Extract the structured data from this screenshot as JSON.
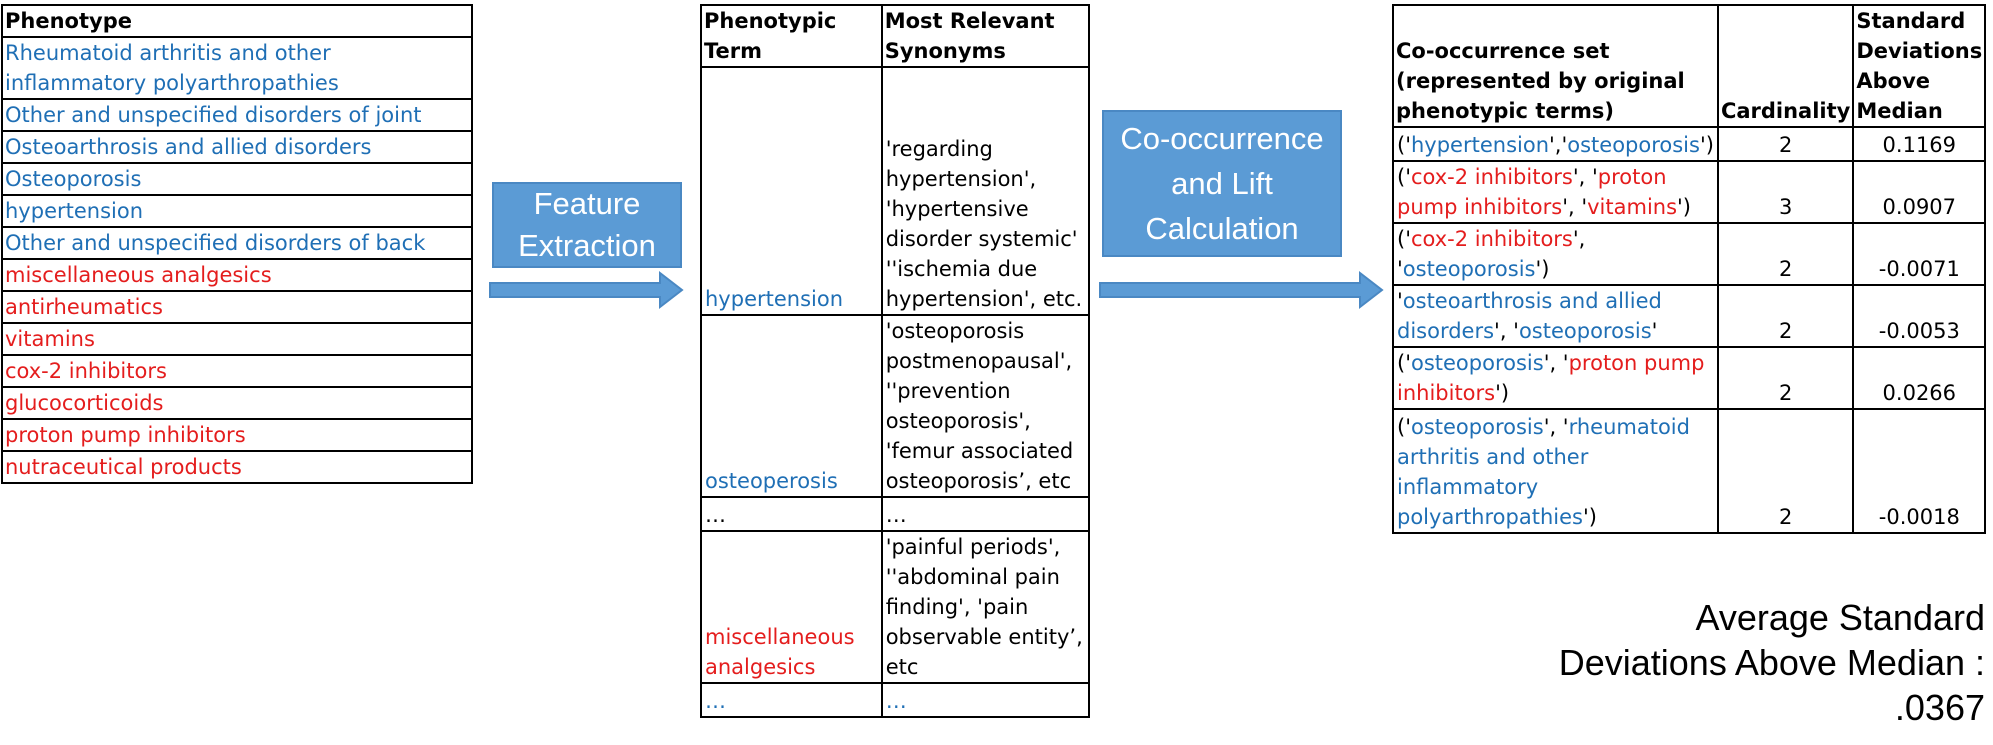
{
  "phenotype_table": {
    "header": "Phenotype",
    "rows": [
      {
        "text": "Rheumatoid arthritis and other inflammatory polyarthropathies",
        "color": "#1f6fb5"
      },
      {
        "text": "Other and unspecified disorders of joint",
        "color": "#1f6fb5"
      },
      {
        "text": "Osteoarthrosis and allied disorders",
        "color": "#1f6fb5"
      },
      {
        "text": "Osteoporosis",
        "color": "#1f6fb5"
      },
      {
        "text": "hypertension",
        "color": "#1f6fb5"
      },
      {
        "text": "Other and unspecified disorders of back",
        "color": "#1f6fb5"
      },
      {
        "text": "miscellaneous analgesics",
        "color": "#e41d1d"
      },
      {
        "text": "antirheumatics",
        "color": "#e41d1d"
      },
      {
        "text": "vitamins",
        "color": "#e41d1d"
      },
      {
        "text": "cox-2 inhibitors",
        "color": "#e41d1d"
      },
      {
        "text": "glucocorticoids",
        "color": "#e41d1d"
      },
      {
        "text": "proton pump inhibitors",
        "color": "#e41d1d"
      },
      {
        "text": "nutraceutical products",
        "color": "#e41d1d"
      }
    ]
  },
  "step1": {
    "label_line1": "Feature",
    "label_line2": "Extraction"
  },
  "synonym_table": {
    "header_term": "Phenotypic Term",
    "header_syn_line1": "Most Relevant",
    "header_syn_line2": "Synonyms",
    "rows": [
      {
        "term": "hypertension",
        "term_color": "#1f6fb5",
        "synonyms": "'regarding hypertension', 'hypertensive disorder systemic' ''ischemia due hypertension', etc."
      },
      {
        "term": "osteoperosis",
        "term_color": "#1f6fb5",
        "synonyms": "'osteoporosis postmenopausal', ''prevention osteoporosis', 'femur associated osteoporosis’, etc"
      },
      {
        "term": "…",
        "term_color": "#000000",
        "synonyms": "…",
        "syn_color": "#000000"
      },
      {
        "term": "miscellaneous analgesics",
        "term_color": "#e41d1d",
        "synonyms": "'painful periods', ''abdominal pain finding', 'pain observable entity’, etc"
      },
      {
        "term": "…",
        "term_color": "#1f6fb5",
        "synonyms": "…",
        "syn_color": "#1f6fb5"
      }
    ]
  },
  "step2": {
    "label_line1": "Co-occurrence",
    "label_line2": "and Lift",
    "label_line3": "Calculation"
  },
  "cooccurrence_table": {
    "header_set": "Co-occurrence set (represented by original phenotypic terms)",
    "header_card": "Cardinality",
    "header_sd": "Standard Deviations Above Median",
    "rows": [
      {
        "cardinality": "2",
        "sd": "0.1169",
        "segments": [
          [
            "(",
            "k"
          ],
          [
            "'",
            "k"
          ],
          [
            "hypertension",
            "b"
          ],
          [
            "','",
            "k"
          ],
          [
            "osteoporosis",
            "b"
          ],
          [
            "')",
            "k"
          ]
        ]
      },
      {
        "cardinality": "3",
        "sd": "0.0907",
        "segments": [
          [
            "('",
            "k"
          ],
          [
            "cox-2 inhibitors",
            "r"
          ],
          [
            "', '",
            "k"
          ],
          [
            "proton pump inhibitors",
            "r"
          ],
          [
            "', '",
            "k"
          ],
          [
            "vitamins",
            "r"
          ],
          [
            "')",
            "k"
          ]
        ]
      },
      {
        "cardinality": "2",
        "sd": "-0.0071",
        "segments": [
          [
            "('",
            "k"
          ],
          [
            "cox-2 inhibitors",
            "r"
          ],
          [
            "', '",
            "k"
          ],
          [
            "osteoporosis",
            "b"
          ],
          [
            "')",
            "k"
          ]
        ]
      },
      {
        "cardinality": "2",
        "sd": "-0.0053",
        "segments": [
          [
            "'",
            "k"
          ],
          [
            "osteoarthrosis and allied disorders",
            "b"
          ],
          [
            "', '",
            "k"
          ],
          [
            "osteoporosis",
            "b"
          ],
          [
            "'",
            "k"
          ]
        ]
      },
      {
        "cardinality": "2",
        "sd": "0.0266",
        "segments": [
          [
            "('",
            "k"
          ],
          [
            "osteoporosis",
            "b"
          ],
          [
            "', '",
            "k"
          ],
          [
            "proton pump inhibitors",
            "r"
          ],
          [
            "')",
            "k"
          ]
        ]
      },
      {
        "cardinality": "2",
        "sd": "-0.0018",
        "segments": [
          [
            "('",
            "k"
          ],
          [
            "osteoporosis",
            "b"
          ],
          [
            "', '",
            "k"
          ],
          [
            "rheumatoid arthritis and other inflammatory polyarthropathies",
            "b"
          ],
          [
            "')",
            "k"
          ]
        ]
      }
    ]
  },
  "average": {
    "line1": "Average Standard",
    "line2": "Deviations Above Median :",
    "line3": ".0367"
  },
  "colors": {
    "blue": "#1f6fb5",
    "red": "#e41d1d",
    "box_fill": "#5b9bd5"
  }
}
